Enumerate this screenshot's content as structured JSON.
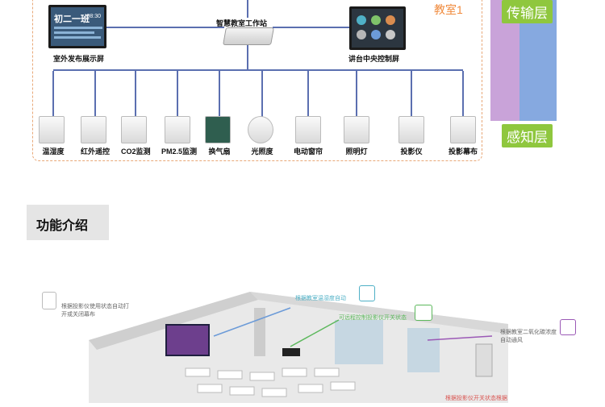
{
  "diagram": {
    "room_label": "教室1",
    "layers": {
      "transport": "传输层",
      "sensing": "感知层"
    },
    "workstation_label": "智慧教室工作站",
    "outdoor_screen": {
      "caption": "室外发布展示屏",
      "screen_text": "初二一班",
      "screen_time": "08:30"
    },
    "console_screen": {
      "caption": "讲台中央控制屏"
    },
    "devices": [
      {
        "label": "温湿度"
      },
      {
        "label": "红外遥控"
      },
      {
        "label": "CO2监测"
      },
      {
        "label": "PM2.5监测"
      },
      {
        "label": "换气扇"
      },
      {
        "label": "光照度"
      },
      {
        "label": "电动窗帘"
      },
      {
        "label": "照明灯"
      },
      {
        "label": "投影仪"
      },
      {
        "label": "投影幕布"
      }
    ]
  },
  "section": {
    "title": "功能介绍"
  },
  "illustration": {
    "callouts": [
      {
        "text": "根据投影仪使用状态自动打开或关闭幕布"
      },
      {
        "text": "根据教室温湿度自动"
      },
      {
        "text": "可远程控制投影仪开关状态"
      },
      {
        "text": "根据教室二氧化碳浓度自动通风"
      },
      {
        "text": "根据投影仪开关状态根据"
      }
    ]
  },
  "colors": {
    "bus": "#5b6fb0",
    "accent_orange": "#f08a3c",
    "badge_green": "#8fc73e",
    "purple": "#c9a3d9",
    "blue": "#86a9e0"
  }
}
